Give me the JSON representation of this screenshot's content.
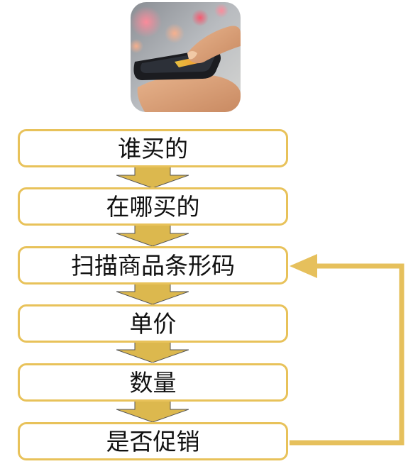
{
  "image": {
    "icon": "hand-holding-smartphone-photo"
  },
  "colors": {
    "box_border": "#e8c25a",
    "arrow_fill": "#dcb84e",
    "loop_line": "#e6c05c"
  },
  "steps": [
    {
      "label": "谁买的"
    },
    {
      "label": "在哪买的"
    },
    {
      "label": "扫描商品条形码"
    },
    {
      "label": "单价"
    },
    {
      "label": "数量"
    },
    {
      "label": "是否促销"
    }
  ]
}
